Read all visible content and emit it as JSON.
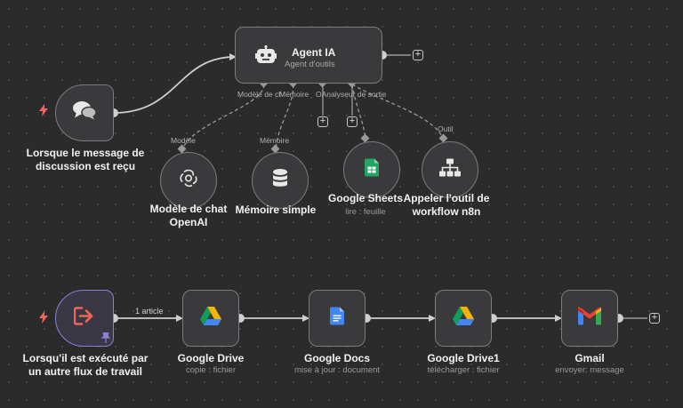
{
  "agent": {
    "title": "Agent IA",
    "subtitle": "Agent d'outils",
    "ports": {
      "model": "Modèle de cl",
      "memory": "Mémoire",
      "parser": "OAnalyseur de sortie"
    }
  },
  "chat_trigger": {
    "label_line1": "Lorsque le message de",
    "label_line2": "discussion est reçu"
  },
  "tools": [
    {
      "port_label": "Modèle",
      "label_line1": "Modèle de chat",
      "label_line2": "OpenAI",
      "icon": "openai-icon"
    },
    {
      "port_label": "Mémoire",
      "label_line1": "Mémoire simple",
      "label_line2": "",
      "icon": "database-icon"
    },
    {
      "port_label": "",
      "label_line1": "Google Sheets",
      "label_line2": "",
      "sublabel": "lire : feuille",
      "icon": "google-sheets-icon"
    },
    {
      "port_label": "Outil",
      "label_line1": "Appeler l'outil de",
      "label_line2": "workflow n8n",
      "icon": "sitemap-icon"
    }
  ],
  "workflow_trigger": {
    "label_line1": "Lorsqu'il est exécuté par",
    "label_line2": "un autre flux de travail",
    "connection_label": "1 article"
  },
  "flow_nodes": [
    {
      "label": "Google Drive",
      "sublabel": "copie : fichier",
      "icon": "google-drive-icon"
    },
    {
      "label": "Google Docs",
      "sublabel": "mise à jour : document",
      "icon": "google-docs-icon"
    },
    {
      "label": "Google Drive1",
      "sublabel": "télécharger : fichier",
      "icon": "google-drive-icon"
    },
    {
      "label": "Gmail",
      "sublabel": "envoyer: message",
      "icon": "gmail-icon"
    }
  ],
  "colors": {
    "canvas": "#2b2b2b",
    "node": "#3a3a3d",
    "border": "#7b7b80",
    "trigger_bolt": "#f2665a",
    "subworkflow_accent": "#8b7fd9"
  }
}
